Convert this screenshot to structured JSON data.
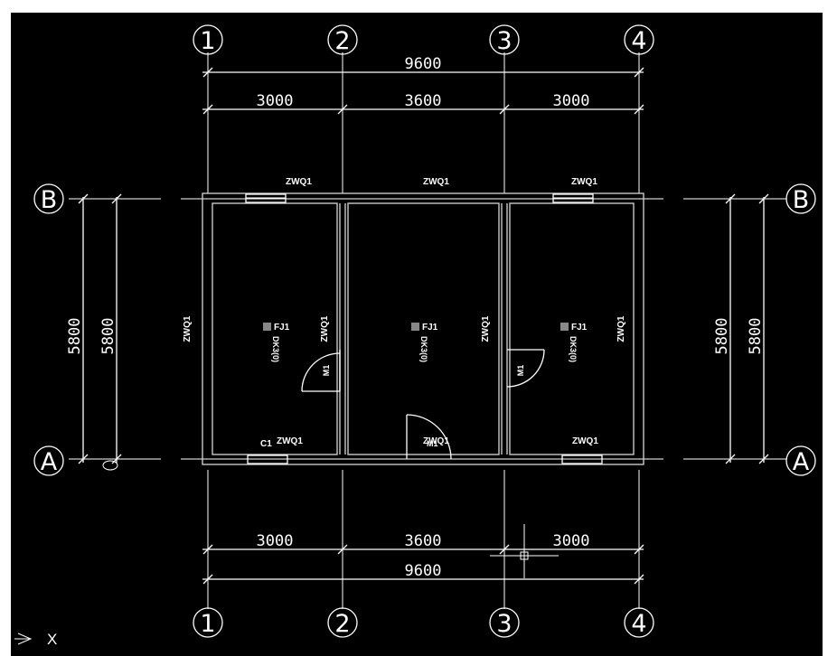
{
  "axes": {
    "numbered": [
      "1",
      "2",
      "3",
      "4"
    ],
    "lettered": [
      "A",
      "B"
    ]
  },
  "dimensions": {
    "overall": "9600",
    "bays": [
      "3000",
      "3600",
      "3000"
    ],
    "depth": "5800"
  },
  "labels": {
    "wall": "ZWQ1",
    "window": "C1",
    "door": "M1",
    "room": "FJ1",
    "room_code": "DK3(0)"
  },
  "ucs": {
    "x_axis": "X"
  },
  "colors": {
    "background": "#000000",
    "lines": "#ffffff",
    "walls": "#c8c8c8"
  }
}
